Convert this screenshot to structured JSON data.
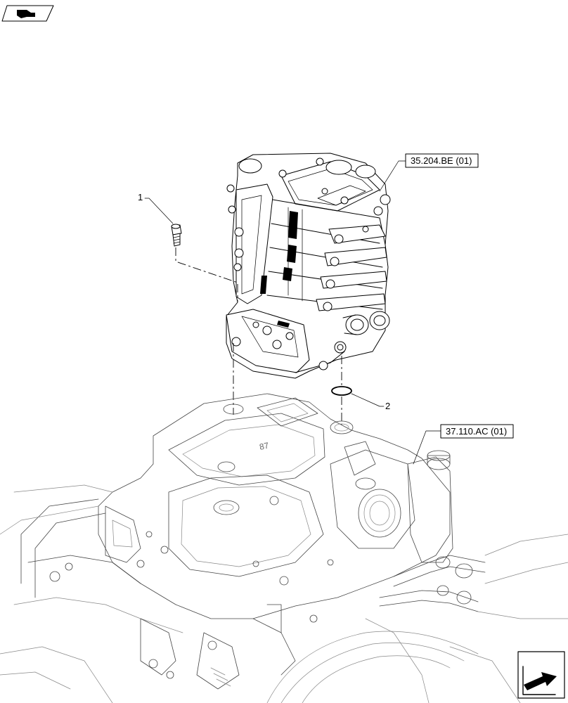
{
  "header": {
    "corner_icon": "book-pointer-icon"
  },
  "callouts": {
    "item_1": "1",
    "item_2": "2"
  },
  "references": {
    "top_ref": "35.204.BE (01)",
    "bottom_ref": "37.110.AC (01)"
  },
  "castings": {
    "cover_marking": "87"
  },
  "footer": {
    "nav_icon": "next-page-arrow-icon"
  }
}
